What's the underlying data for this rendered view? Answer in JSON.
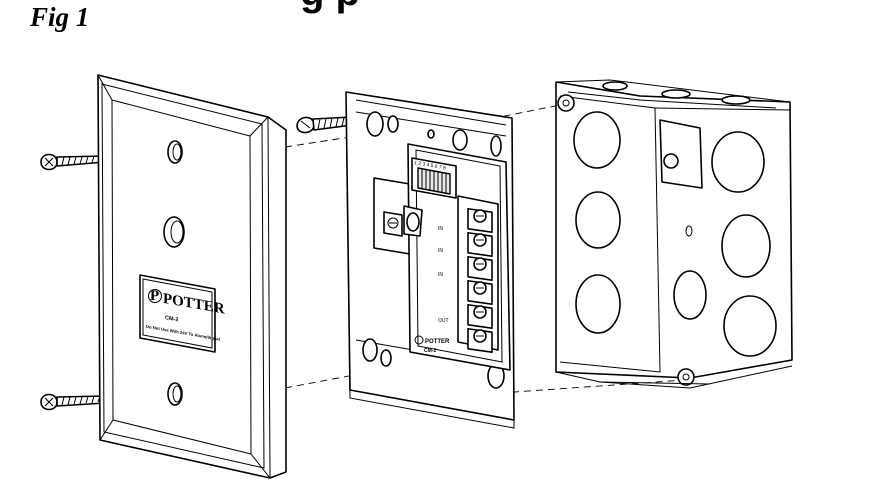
{
  "figure": {
    "label": "Fig 1",
    "heading_fragment": "g  p"
  },
  "cover_plate": {
    "brand": "POTTER",
    "model": "CM-2",
    "note": "Do Not Use With 24V To Alarm/Signal"
  },
  "module": {
    "brand": "POTTER",
    "model": "CM-2",
    "switch_numbers": "1 2 3 4 5 6 7 8",
    "terminal_labels": [
      "IN",
      "IN",
      "IN",
      "OUT"
    ]
  }
}
